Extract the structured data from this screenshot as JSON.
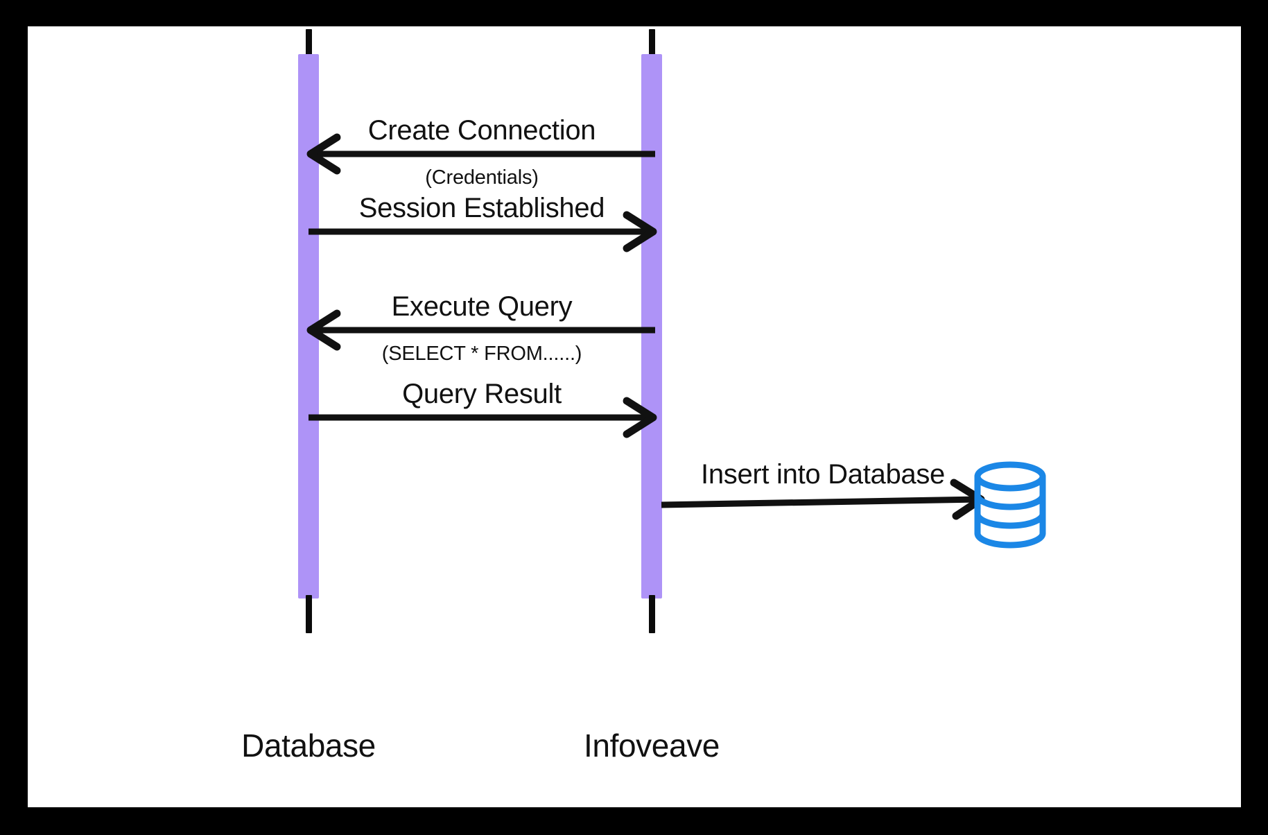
{
  "diagram": {
    "type": "sequence-diagram",
    "title_visible": false,
    "background_color": "#ffffff",
    "frame_color": "#000000",
    "lifeline_color": "#ae93f7",
    "stub_color": "#0b0b0b",
    "arrow_color": "#111111",
    "text_color": "#111111",
    "database_icon_color": "#1b87e6"
  },
  "actors": [
    {
      "id": "database",
      "label": "Database",
      "icon": "none"
    },
    {
      "id": "infoveave",
      "label": "Infoveave",
      "icon": "none"
    }
  ],
  "messages": [
    {
      "id": "create-connection",
      "label": "Create Connection",
      "sublabel": "(Credentials)",
      "from": "infoveave",
      "to": "database",
      "direction": "left"
    },
    {
      "id": "session-established",
      "label": "Session Established",
      "sublabel": "",
      "from": "database",
      "to": "infoveave",
      "direction": "right"
    },
    {
      "id": "execute-query",
      "label": "Execute Query",
      "sublabel": "(SELECT * FROM......)",
      "from": "infoveave",
      "to": "database",
      "direction": "left"
    },
    {
      "id": "query-result",
      "label": "Query Result",
      "sublabel": "",
      "from": "database",
      "to": "infoveave",
      "direction": "right"
    },
    {
      "id": "insert-into-database",
      "label": "Insert into Database",
      "sublabel": "",
      "from": "infoveave",
      "to": "external-database",
      "direction": "right"
    }
  ],
  "external_nodes": [
    {
      "id": "external-database",
      "icon": "database-cylinder-icon",
      "label": ""
    }
  ]
}
